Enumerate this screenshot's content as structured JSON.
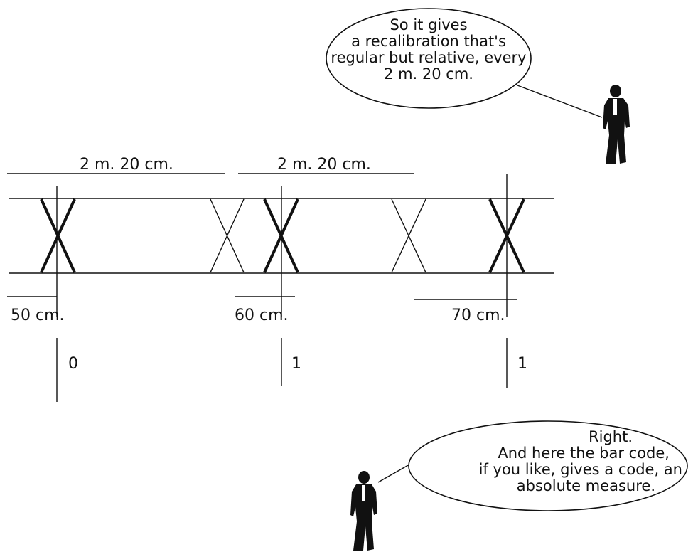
{
  "speech_top": {
    "lines": [
      "So it gives",
      "a recalibration that's",
      "regular but relative, every",
      "2 m. 20 cm."
    ]
  },
  "speech_bottom": {
    "lines": [
      "Right.",
      "And here the bar code,",
      "if you like, gives a code, an",
      "absolute measure."
    ]
  },
  "spacing_labels": [
    "2 m. 20 cm.",
    "2 m. 20 cm."
  ],
  "measure_labels": [
    "50 cm.",
    "60 cm.",
    "70 cm."
  ],
  "code_digits": [
    "0",
    "1",
    "1"
  ]
}
